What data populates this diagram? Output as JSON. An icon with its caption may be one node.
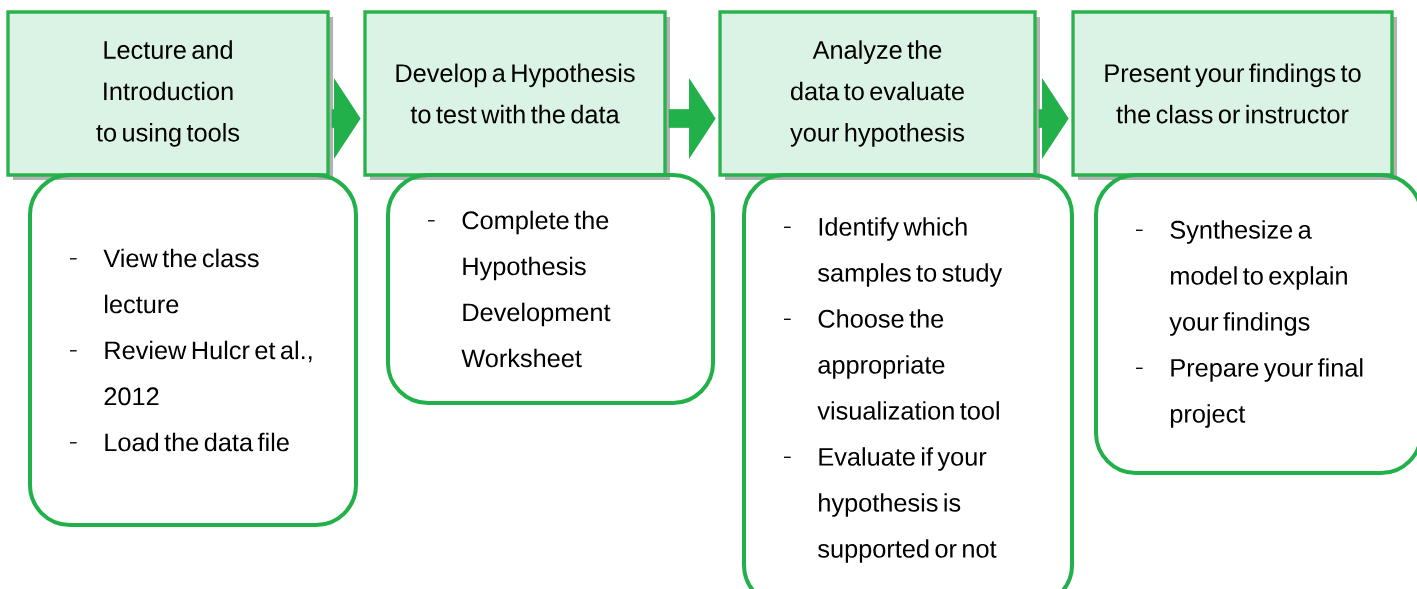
{
  "diagram": {
    "nodes": [
      {
        "text": [
          "Lecture and Introduction to using tools"
        ]
      },
      {
        "text": [
          "View the class lecture",
          "Review Hulcr et al., 2012",
          "Load the data file"
        ]
      },
      {
        "text": [
          "Develop a Hypothesis to test with the data"
        ]
      },
      {
        "text": [
          "Complete the Hypothesis Development Worksheet"
        ]
      },
      {
        "text": [
          "Analyze the data to evaluate your hypothesis"
        ]
      },
      {
        "text": [
          "Identify which samples to study",
          "Choose the appropriate visualization tool",
          "Evaluate if your hypothesis is supported or not"
        ]
      },
      {
        "text": [
          "Present your findings to the class or instructor"
        ]
      },
      {
        "text": [
          "Synthesize a model to explain your findings",
          "Prepare your final project"
        ]
      }
    ],
    "edges": [
      {
        "from": 0,
        "to": 2,
        "arrow": "to"
      },
      {
        "from": 2,
        "to": 4,
        "arrow": "to"
      },
      {
        "from": 4,
        "to": 6,
        "arrow": "to"
      }
    ]
  }
}
